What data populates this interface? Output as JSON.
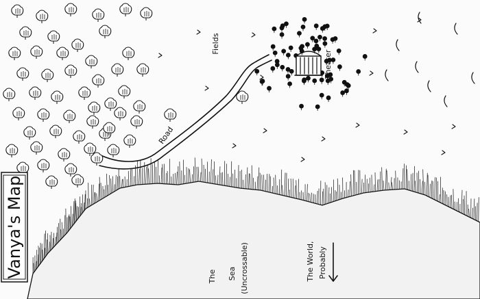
{
  "title": "Vanya's Map",
  "labels": {
    "fields": "Fields",
    "road": "Road",
    "theater": "Theater",
    "sea_line1": "The",
    "sea_line2": "Sea",
    "sea_note": "(Uncrossable)",
    "world_line1": "The World,",
    "world_line2": "Probably"
  },
  "icons": {
    "tree": "tree-icon",
    "grass": "grass-tuft-icon",
    "theater": "theater-building-icon",
    "arrow": "down-arrow-icon"
  },
  "colors": {
    "ink": "#111111",
    "paper": "#fbfbfb"
  }
}
